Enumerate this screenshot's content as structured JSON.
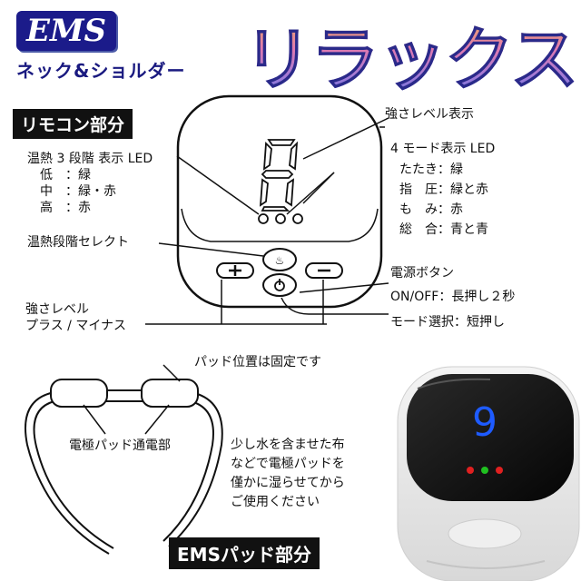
{
  "header": {
    "logo": "EMS",
    "subtitle": "ネック&ショルダー",
    "brand": "リラックス"
  },
  "remote": {
    "section_label": "リモコン部分",
    "strength_display": "強さレベル表示",
    "heat_led_title": "温熱 3 段階 表示 LED",
    "heat_levels": [
      {
        "name": "低",
        "value": "緑"
      },
      {
        "name": "中",
        "value": "緑・赤"
      },
      {
        "name": "高",
        "value": "赤"
      }
    ],
    "mode_led_title": "4 モード表示 LED",
    "modes": [
      {
        "name": "たたき",
        "value": "緑"
      },
      {
        "name": "指　圧",
        "value": "緑と赤"
      },
      {
        "name": "も　み",
        "value": "赤"
      },
      {
        "name": "総　合",
        "value": "青と青"
      }
    ],
    "heat_select": "温熱段階セレクト",
    "power_title": "電源ボタン",
    "power_onoff": "ON/OFF：長押し２秒",
    "power_mode": "モード選択：短押し",
    "strength_line1": "強さレベル",
    "strength_line2": "プラス / マイナス"
  },
  "pad": {
    "fixed_note": "パッド位置は固定です",
    "electrode_label": "電極パッド通電部",
    "instruction_lines": [
      "少し水を含ませた布",
      "などで電極パッドを",
      "僅かに湿らせてから",
      "ご使用ください"
    ],
    "section_label": "EMSパッド部分"
  },
  "photo": {
    "display_digit": "9",
    "led_colors": [
      "#e02020",
      "#20c020",
      "#e02020"
    ],
    "digit_color": "#1e5bff"
  }
}
